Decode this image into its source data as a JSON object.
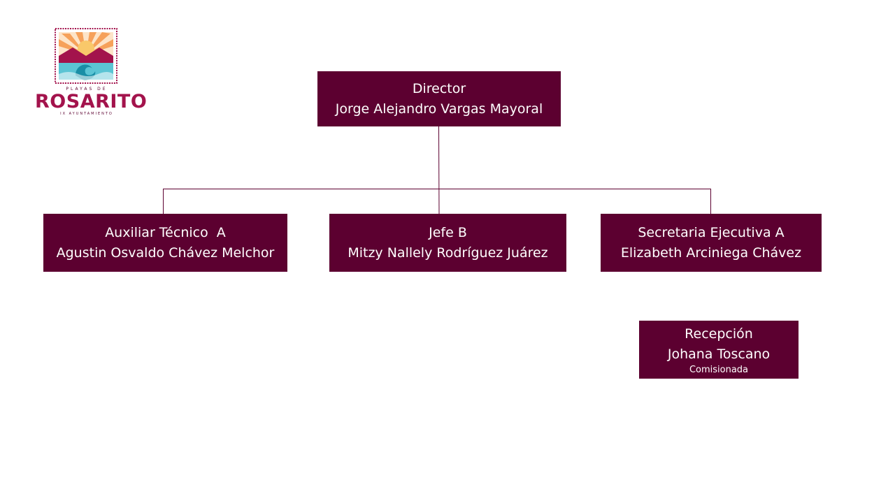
{
  "colors": {
    "box_fill": "#5c0030",
    "box_text": "#ffffff",
    "connector": "#5c0030",
    "logo_primary": "#a3134c"
  },
  "logo": {
    "top_text": "PLAYAS DE",
    "main_text": "ROSARITO",
    "bottom_text": "IX AYUNTAMIENTO"
  },
  "org": {
    "director": {
      "role": "Director",
      "name": "Jorge Alejandro Vargas Mayoral"
    },
    "auxiliar": {
      "role": "Auxiliar Técnico  A",
      "name": "Agustin Osvaldo Chávez Melchor"
    },
    "jefe": {
      "role": "Jefe B",
      "name": "Mitzy Nallely Rodríguez Juárez"
    },
    "secretaria": {
      "role": "Secretaria Ejecutiva A",
      "name": "Elizabeth Arciniega Chávez"
    },
    "recepcion": {
      "role": "Recepción",
      "name": "Johana Toscano",
      "note": "Comisionada"
    }
  }
}
